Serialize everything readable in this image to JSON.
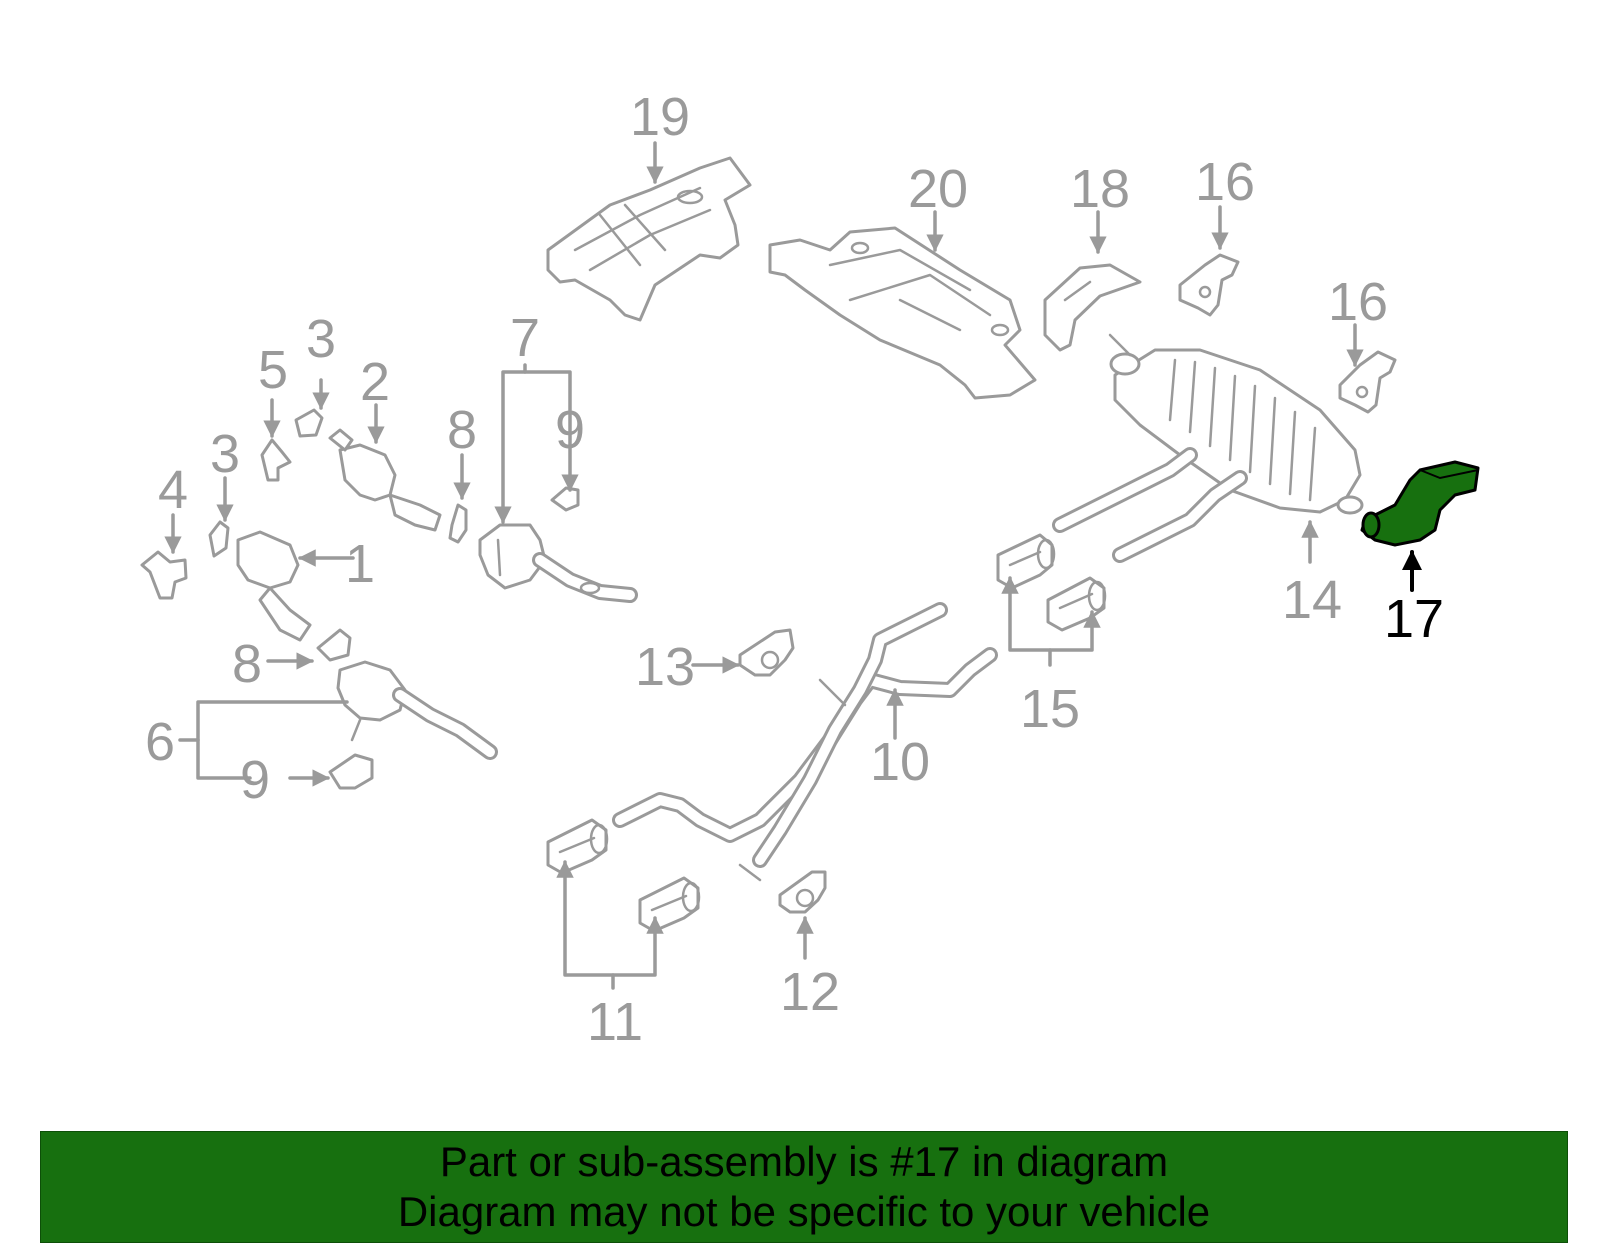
{
  "diagram": {
    "callouts": {
      "c1": "1",
      "c2": "2",
      "c3a": "3",
      "c3b": "3",
      "c4": "4",
      "c5": "5",
      "c6": "6",
      "c7": "7",
      "c8a": "8",
      "c8b": "8",
      "c9a": "9",
      "c9b": "9",
      "c10": "10",
      "c11": "11",
      "c12": "12",
      "c13": "13",
      "c14": "14",
      "c15": "15",
      "c16a": "16",
      "c16b": "16",
      "c17": "17",
      "c18": "18",
      "c19": "19",
      "c20": "20"
    },
    "highlighted_part": "17",
    "highlight_color": "#17700f",
    "part_line_color": "#9a9a9a"
  },
  "banner": {
    "line1": "Part or sub-assembly is #17 in diagram",
    "line2": "Diagram may not be specific to your vehicle",
    "background_color": "#17700f"
  }
}
